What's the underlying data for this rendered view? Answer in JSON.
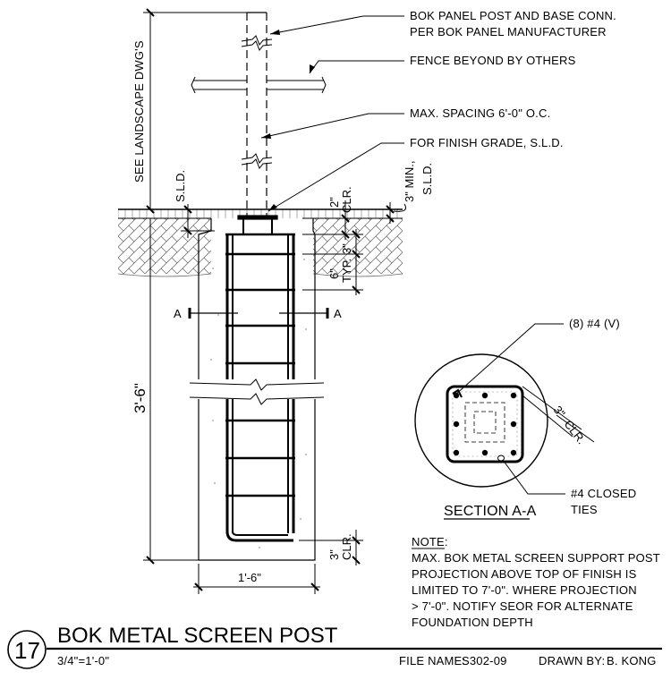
{
  "callouts": {
    "bok_panel_post_1": "BOK PANEL POST AND BASE CONN.",
    "bok_panel_post_2": "PER BOK PANEL MANUFACTURER",
    "fence": "FENCE BEYOND BY OTHERS",
    "max_spacing": "MAX. SPACING 6'-0\" O.C.",
    "finish_grade": "FOR FINISH GRADE, S.L.D.",
    "see_landscape": "SEE LANDSCAPE DWG'S",
    "rebar_vertical": "(8) #4 (V)",
    "closed_ties_1": "#4 CLOSED",
    "closed_ties_2": "TIES"
  },
  "dimensions": {
    "sld_left": "S.L.D.",
    "clr_top_1": "2\"",
    "clr_top_2": "CLR.",
    "min_1": "3\" MIN.,",
    "min_2": "S.L.D.",
    "typ_1": "3\"",
    "typ_2": "TYP.",
    "tie_spacing": "6\"",
    "depth": "3'-6\"",
    "clr_bottom_1": "3\"",
    "clr_bottom_2": "CLR.",
    "width": "1'-6\"",
    "section_clr_1": "3\"",
    "section_clr_2": "CLR."
  },
  "section": {
    "marker_left": "A",
    "marker_right": "A",
    "title": "SECTION A-A"
  },
  "note": {
    "heading": "NOTE:",
    "lines": [
      "MAX. BOK METAL SCREEN SUPPORT POST",
      "PROJECTION ABOVE TOP OF FINISH IS",
      "LIMITED TO 7'-0\". WHERE PROJECTION",
      "> 7'-0\". NOTIFY SEOR FOR ALTERNATE",
      "FOUNDATION DEPTH"
    ]
  },
  "title_block": {
    "detail_number": "17",
    "title": "BOK METAL SCREEN POST",
    "scale": "3/4\"=1'-0\"",
    "file_label": "FILE NAME:",
    "file_name": "S302-09",
    "drawn_label": "DRAWN BY:",
    "drawn_by": "B. KONG"
  }
}
